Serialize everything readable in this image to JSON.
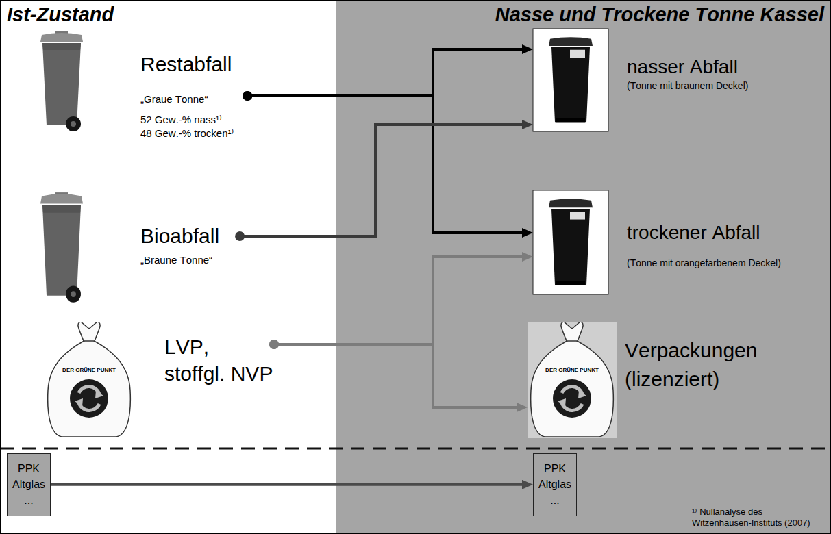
{
  "diagram": {
    "nodes": [
      {
        "text": [
          "Ist-Zustand"
        ]
      },
      {
        "text": [
          "Nasse und Trockene Tonne Kassel"
        ]
      },
      {
        "text": [
          "Restabfall",
          "„Graue Tonne“",
          "52 Gew.-% nass¹⁾",
          "48 Gew.-% trocken¹⁾"
        ],
        "in": 0
      },
      {
        "text": [
          "Bioabfall",
          "„Braune Tonne“"
        ],
        "in": 0
      },
      {
        "text": [
          "LVP, stoffgl. NVP"
        ],
        "in": 0
      },
      {
        "text": [
          "PPK Altglas ..."
        ],
        "in": 0
      },
      {
        "text": [
          "nasser Abfall",
          "(Tonne mit braunem Deckel)"
        ],
        "in": 1
      },
      {
        "text": [
          "trockener Abfall",
          "(Tonne mit orangefarbenem Deckel)"
        ],
        "in": 1
      },
      {
        "text": [
          "Verpackungen (lizenziert)"
        ],
        "in": 1
      },
      {
        "text": [
          "PPK Altglas ..."
        ],
        "in": 1
      }
    ],
    "edges": [
      {
        "from": 2,
        "to": 6,
        "arrow": "to"
      },
      {
        "from": 2,
        "to": 7,
        "arrow": "to"
      },
      {
        "from": 3,
        "to": 6,
        "arrow": "to"
      },
      {
        "from": 4,
        "to": 7,
        "arrow": "to"
      },
      {
        "from": 4,
        "to": 8,
        "arrow": "to"
      },
      {
        "from": 5,
        "to": 9,
        "arrow": "to"
      }
    ],
    "labels": [
      "DER GRÜNE PUNKT",
      "DER GRÜNE PUNKT",
      "¹⁾ Nullanalyse des Witzenhausen-Instituts (2007)"
    ]
  }
}
